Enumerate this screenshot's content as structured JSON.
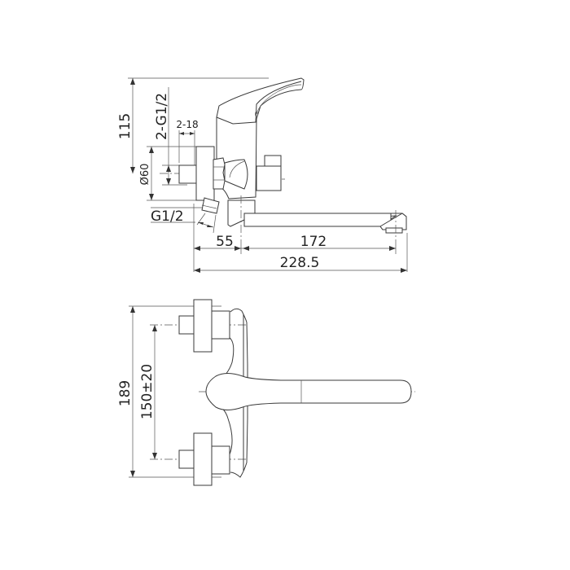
{
  "drawing": {
    "subject": "wall-mounted single-lever bath mixer with swivel spout",
    "line_color": "#3a3a3a",
    "background": "#ffffff",
    "side_view": {
      "dimensions": {
        "height_total": "115",
        "thread_outlets": "2-G1/2",
        "thread_depth": "2-18",
        "flange_diameter": "Ø60",
        "outlet_thread": "G1/2",
        "offset_to_spout": "55",
        "spout_length": "172",
        "overall_length": "228.5"
      }
    },
    "top_view": {
      "dimensions": {
        "overall_height": "189",
        "inlet_spacing": "150±20"
      }
    }
  }
}
